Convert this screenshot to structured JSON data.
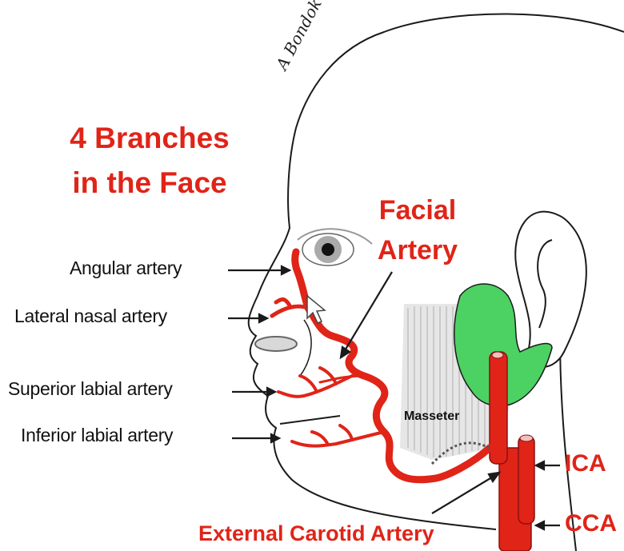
{
  "title": {
    "line1": "4 Branches",
    "line2": "in the Face"
  },
  "facial_artery": {
    "line1": "Facial",
    "line2": "Artery"
  },
  "labels": {
    "angular": "Angular artery",
    "lateral_nasal": "Lateral nasal artery",
    "superior_labial": "Superior labial artery",
    "inferior_labial": "Inferior labial artery",
    "masseter": "Masseter",
    "ica": "ICA",
    "cca": "CCA",
    "external_carotid": "External Carotid Artery"
  },
  "signature": "A Bondok",
  "colors": {
    "artery_red": "#e02418",
    "gland_green": "#4cd163",
    "outline": "#1a1a1a"
  }
}
